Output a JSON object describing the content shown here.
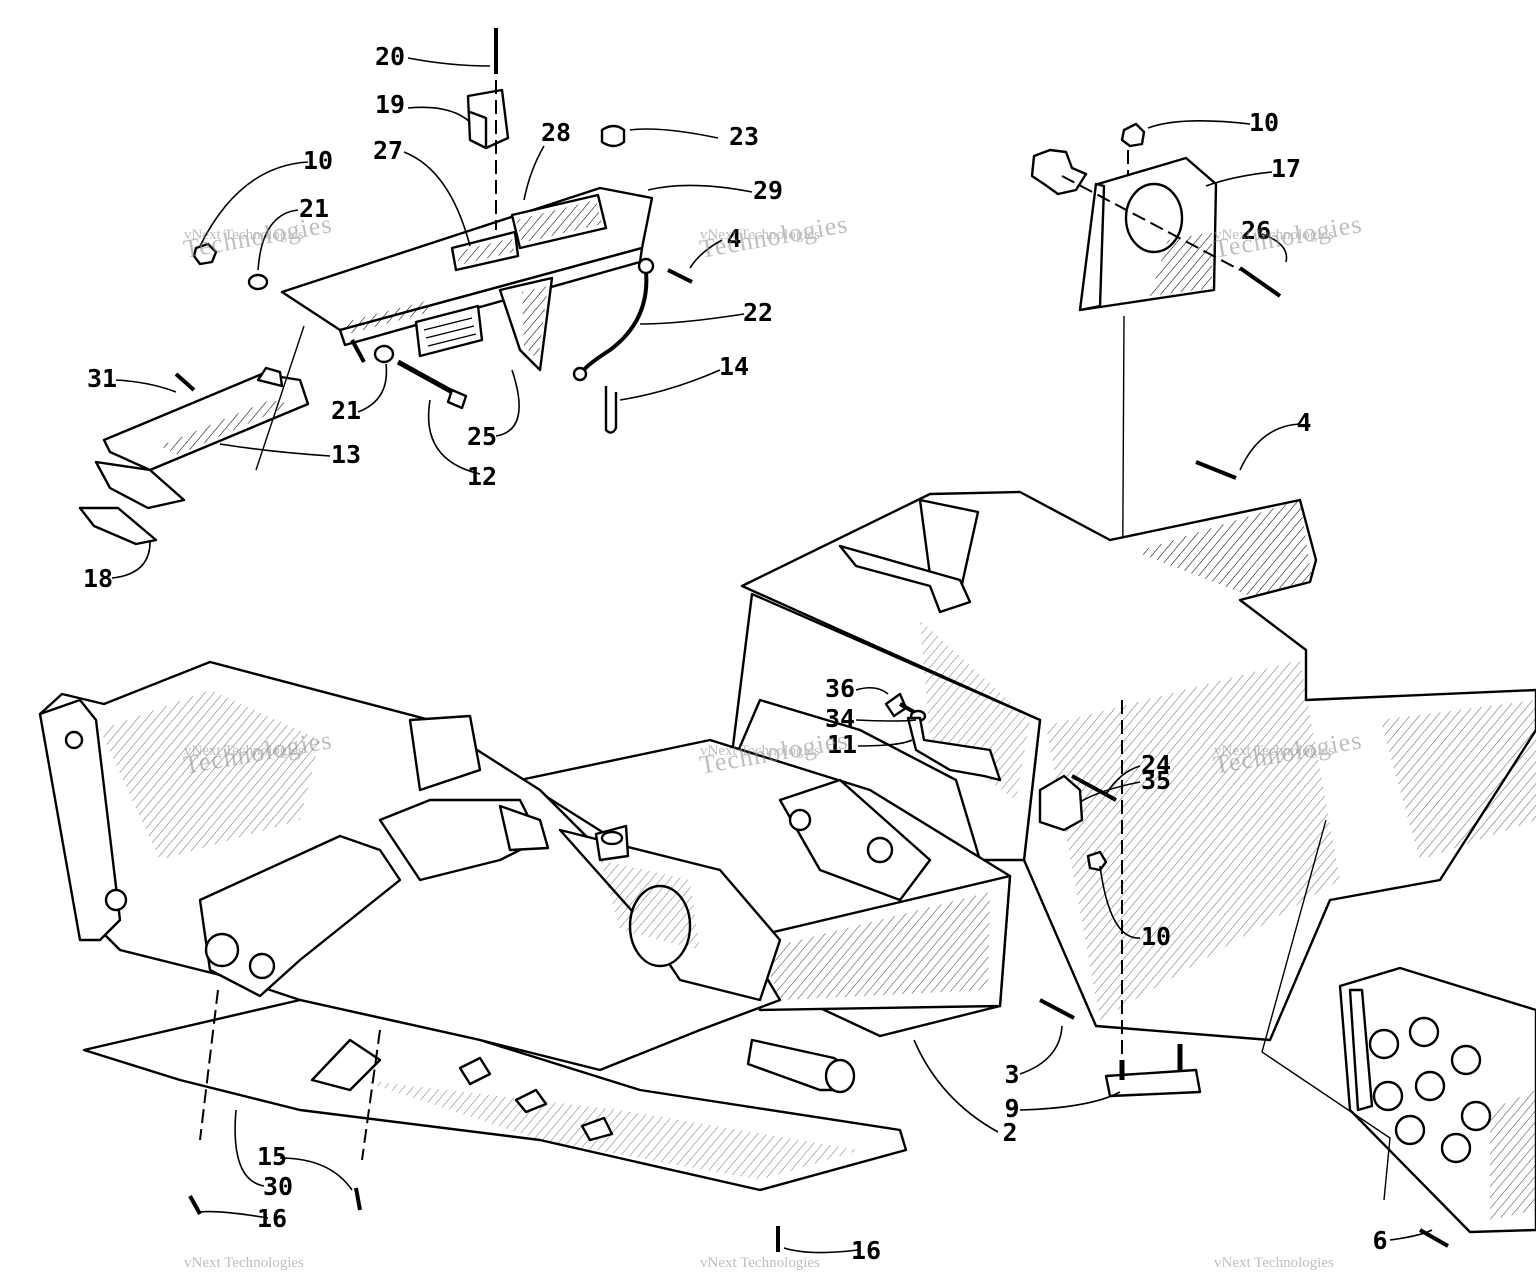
{
  "watermark": {
    "line1": "vNext Technologies",
    "line2": "Technologies"
  },
  "callouts": [
    {
      "id": "20",
      "label": "20"
    },
    {
      "id": "19",
      "label": "19"
    },
    {
      "id": "23",
      "label": "23"
    },
    {
      "id": "27",
      "label": "27"
    },
    {
      "id": "28",
      "label": "28"
    },
    {
      "id": "10a",
      "label": "10"
    },
    {
      "id": "21a",
      "label": "21"
    },
    {
      "id": "29",
      "label": "29"
    },
    {
      "id": "4a",
      "label": "4"
    },
    {
      "id": "22",
      "label": "22"
    },
    {
      "id": "14",
      "label": "14"
    },
    {
      "id": "31",
      "label": "31"
    },
    {
      "id": "21b",
      "label": "21"
    },
    {
      "id": "13",
      "label": "13"
    },
    {
      "id": "25",
      "label": "25"
    },
    {
      "id": "12",
      "label": "12"
    },
    {
      "id": "18",
      "label": "18"
    },
    {
      "id": "10b",
      "label": "10"
    },
    {
      "id": "17",
      "label": "17"
    },
    {
      "id": "26",
      "label": "26"
    },
    {
      "id": "4b",
      "label": "4"
    },
    {
      "id": "36",
      "label": "36"
    },
    {
      "id": "34",
      "label": "34"
    },
    {
      "id": "11",
      "label": "11"
    },
    {
      "id": "24",
      "label": "24"
    },
    {
      "id": "35",
      "label": "35"
    },
    {
      "id": "10c",
      "label": "10"
    },
    {
      "id": "3",
      "label": "3"
    },
    {
      "id": "9",
      "label": "9"
    },
    {
      "id": "2",
      "label": "2"
    },
    {
      "id": "15",
      "label": "15"
    },
    {
      "id": "30",
      "label": "30"
    },
    {
      "id": "16a",
      "label": "16"
    },
    {
      "id": "16b",
      "label": "16"
    },
    {
      "id": "6",
      "label": "6"
    }
  ]
}
